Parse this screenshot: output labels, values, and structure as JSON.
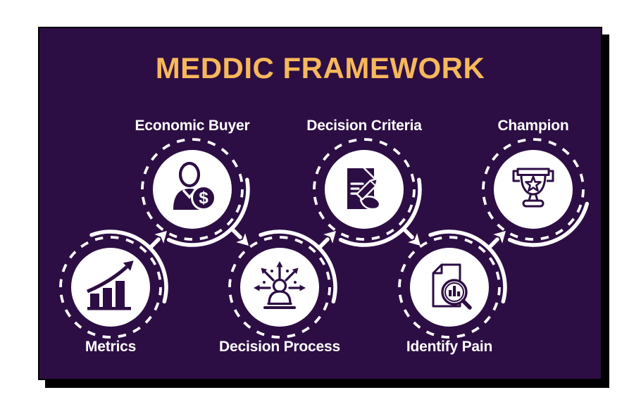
{
  "title": "MEDDIC FRAMEWORK",
  "colors": {
    "page_bg": "#FFFFFF",
    "card_bg": "#2D0E44",
    "shadow_color": "#000000",
    "accent": "#F6B85B",
    "label_color": "#FFFFFF",
    "icon_color": "#2D0E44",
    "circle_fill": "#FFFFFF"
  },
  "steps": [
    {
      "label": "Metrics",
      "icon": "metrics-icon",
      "row": "bottom"
    },
    {
      "label": "Economic Buyer",
      "icon": "economic-buyer-icon",
      "row": "top"
    },
    {
      "label": "Decision Process",
      "icon": "decision-process-icon",
      "row": "bottom"
    },
    {
      "label": "Decision Criteria",
      "icon": "decision-criteria-icon",
      "row": "top"
    },
    {
      "label": "Identify Pain",
      "icon": "identify-pain-icon",
      "row": "bottom"
    },
    {
      "label": "Champion",
      "icon": "champion-icon",
      "row": "top"
    }
  ],
  "coin_symbol": "$"
}
